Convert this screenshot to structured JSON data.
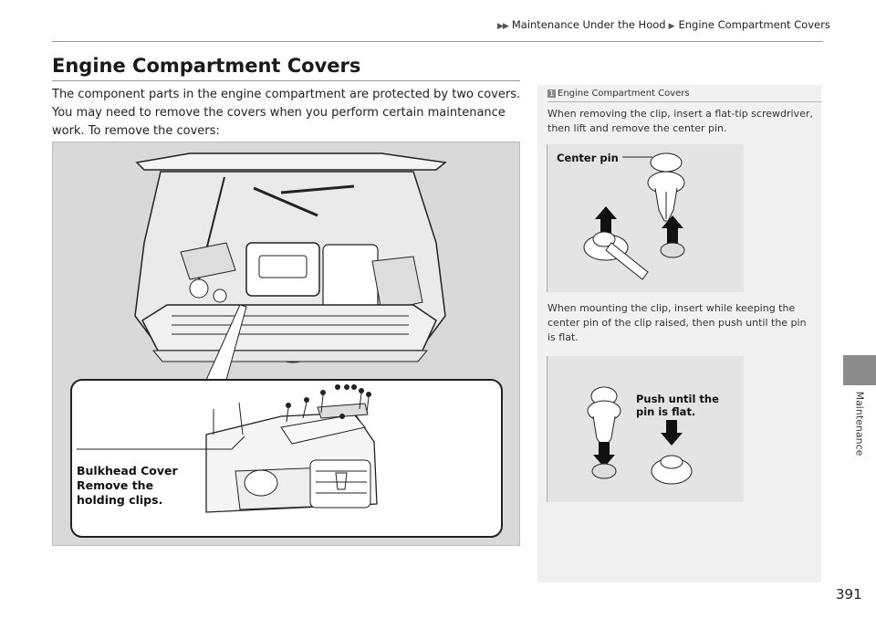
{
  "breadcrumb": {
    "arrow": "▶▶",
    "section": "Maintenance Under the Hood",
    "separator": "▶",
    "page": "Engine Compartment Covers"
  },
  "title": "Engine Compartment Covers",
  "intro": "The component parts in the engine compartment are protected by two covers. You may need to remove the covers when you perform certain maintenance work. To remove the covers:",
  "main_figure": {
    "callout": "Bulkhead Cover\nRemove the holding clips."
  },
  "side_note": {
    "marker": "1",
    "title": "Engine Compartment Covers",
    "removing_text": "When removing the clip, insert a flat-tip screwdriver, then lift and remove the center pin.",
    "figure1_label": "Center pin",
    "mounting_text": "When mounting the clip, insert while keeping the center pin of the clip raised, then push until the pin is flat.",
    "figure2_label": "Push until the pin is flat."
  },
  "side_tab_label": "Maintenance",
  "page_number": "391",
  "colors": {
    "tab": "#8c8c8c",
    "side_bg": "#f1f1f1",
    "figure_bg": "#d9d9d9"
  }
}
